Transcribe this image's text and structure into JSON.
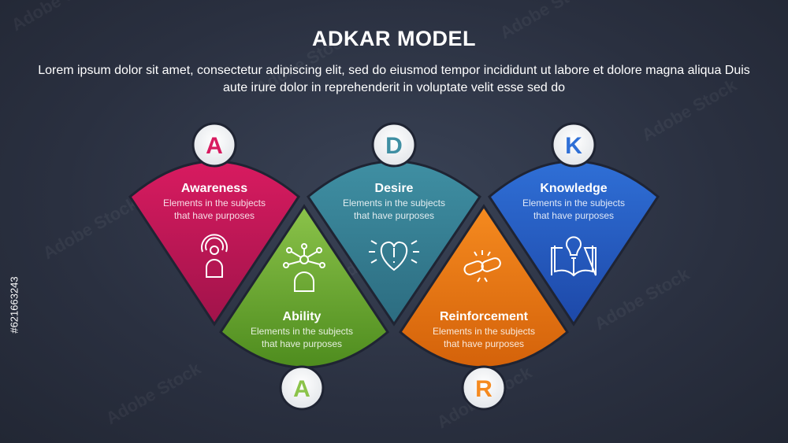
{
  "title": "ADKAR MODEL",
  "subtitle": "Lorem ipsum dolor sit amet, consectetur adipiscing elit, sed do eiusmod tempor incididunt ut labore et dolore magna aliqua Duis aute irure dolor in reprehenderit in voluptate velit esse sed do",
  "watermark": "Adobe Stock",
  "stock_id": "#621663243",
  "stages": [
    {
      "letter": "A",
      "title": "Awareness",
      "desc1": "Elements in the subjects",
      "desc2": "that have purposes",
      "icon": "target-person-icon",
      "color": "#d81b60",
      "color2": "#a0134a"
    },
    {
      "letter": "A",
      "title": "Ability",
      "desc1": "Elements in the subjects",
      "desc2": "that have purposes",
      "icon": "network-person-icon",
      "color": "#8bc34a",
      "color2": "#4e8c1e"
    },
    {
      "letter": "D",
      "title": "Desire",
      "desc1": "Elements in the subjects",
      "desc2": "that have purposes",
      "icon": "heart-alert-icon",
      "color": "#3f8fa3",
      "color2": "#2c6c80"
    },
    {
      "letter": "R",
      "title": "Reinforcement",
      "desc1": "Elements in the subjects",
      "desc2": "that have purposes",
      "icon": "chain-link-icon",
      "color": "#f58a1f",
      "color2": "#d4620a"
    },
    {
      "letter": "K",
      "title": "Knowledge",
      "desc1": "Elements in the subjects",
      "desc2": "that have purposes",
      "icon": "book-bulb-icon",
      "color": "#2f6fd6",
      "color2": "#1d48a8"
    }
  ]
}
